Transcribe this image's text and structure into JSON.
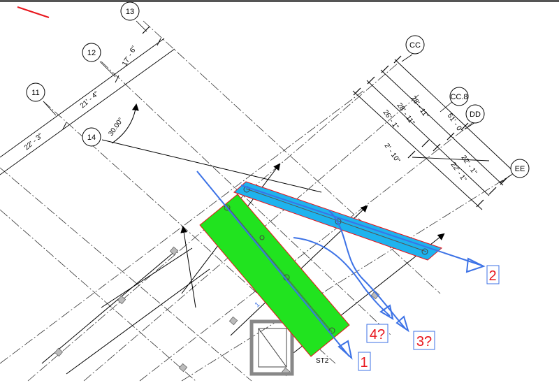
{
  "grid_bubbles": {
    "b11": "11",
    "b12": "12",
    "b13": "13",
    "b14": "14",
    "bCC": "CC",
    "bCC8": "CC.8",
    "bDD": "DD",
    "bEE": "EE"
  },
  "dimensions": {
    "d1": "22' - 3\"",
    "d2": "21' - 4\"",
    "d3": "17' - 6\"",
    "d4": "28' - 11\"",
    "d5": "28' - 11\"",
    "d6": "26' - 1\"",
    "d7": "2' - 10\"",
    "d8": "51' - 0\"",
    "d9": "22' - 1\"",
    "d10": "22' - 1\"",
    "angle": "30.00°"
  },
  "callouts": {
    "l1": "1",
    "l2": "2",
    "l3": "3?",
    "l4": "4?",
    "st2": "ST2"
  },
  "colors": {
    "green": "#21e31f",
    "blue": "#1eb3ee",
    "markup": "#3c72e6",
    "red": "#e8141b"
  }
}
